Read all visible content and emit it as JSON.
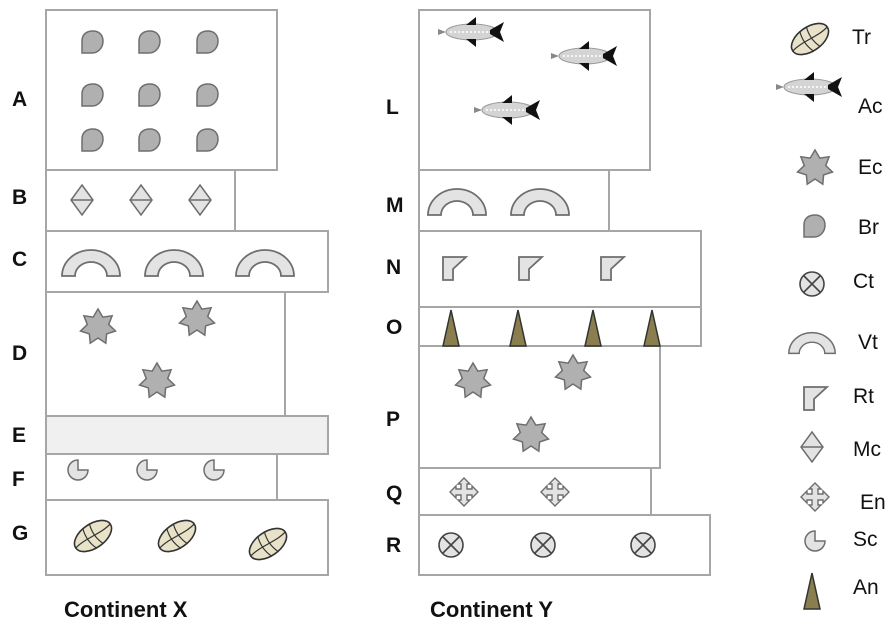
{
  "continents": [
    {
      "name": "Continent X",
      "layers": [
        {
          "label": "A",
          "fossil": "Br",
          "count": 9
        },
        {
          "label": "B",
          "fossil": "Mc",
          "count": 3
        },
        {
          "label": "C",
          "fossil": "Vt",
          "count": 3
        },
        {
          "label": "D",
          "fossil": "Ec",
          "count": 3
        },
        {
          "label": "E",
          "fossil": "",
          "count": 0
        },
        {
          "label": "F",
          "fossil": "Sc",
          "count": 3
        },
        {
          "label": "G",
          "fossil": "Tr",
          "count": 3
        }
      ]
    },
    {
      "name": "Continent Y",
      "layers": [
        {
          "label": "L",
          "fossil": "Ac",
          "count": 3
        },
        {
          "label": "M",
          "fossil": "Vt",
          "count": 2
        },
        {
          "label": "N",
          "fossil": "Rt",
          "count": 3
        },
        {
          "label": "O",
          "fossil": "An",
          "count": 4
        },
        {
          "label": "P",
          "fossil": "Ec",
          "count": 3
        },
        {
          "label": "Q",
          "fossil": "En",
          "count": 2
        },
        {
          "label": "R",
          "fossil": "Ct",
          "count": 3
        }
      ]
    }
  ],
  "legend": [
    {
      "code": "Tr",
      "icon": "trilobite-icon"
    },
    {
      "code": "Ac",
      "icon": "fish-icon"
    },
    {
      "code": "Ec",
      "icon": "star-icon"
    },
    {
      "code": "Br",
      "icon": "teardrop-icon"
    },
    {
      "code": "Ct",
      "icon": "crossed-circle-icon"
    },
    {
      "code": "Vt",
      "icon": "arch-icon"
    },
    {
      "code": "Rt",
      "icon": "corner-icon"
    },
    {
      "code": "Mc",
      "icon": "diamond-icon"
    },
    {
      "code": "En",
      "icon": "four-arrows-icon"
    },
    {
      "code": "Sc",
      "icon": "pie-icon"
    },
    {
      "code": "An",
      "icon": "cone-icon"
    }
  ],
  "colors": {
    "fossil_fill": "#b0b0b0",
    "fossil_stroke": "#6e6e6e",
    "light_fill": "#e3e3e3",
    "trilobite_fill": "#e8e3c8",
    "cone_fill": "#8a7d4e",
    "box_border": "#a6a6a6",
    "shaded_layer": "#f0f0f0"
  }
}
